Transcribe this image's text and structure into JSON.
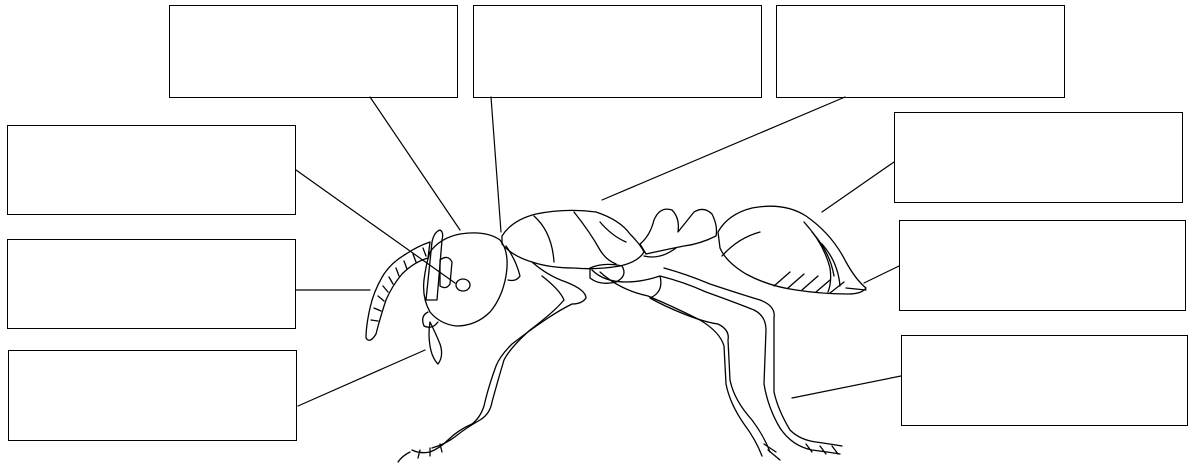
{
  "diagram": {
    "subject": "ant",
    "labels": [
      {
        "id": "box-top-1",
        "text": ""
      },
      {
        "id": "box-top-2",
        "text": ""
      },
      {
        "id": "box-top-3",
        "text": ""
      },
      {
        "id": "box-left-1",
        "text": ""
      },
      {
        "id": "box-left-2",
        "text": ""
      },
      {
        "id": "box-left-3",
        "text": ""
      },
      {
        "id": "box-right-1",
        "text": ""
      },
      {
        "id": "box-right-2",
        "text": ""
      },
      {
        "id": "box-right-3",
        "text": ""
      }
    ]
  }
}
